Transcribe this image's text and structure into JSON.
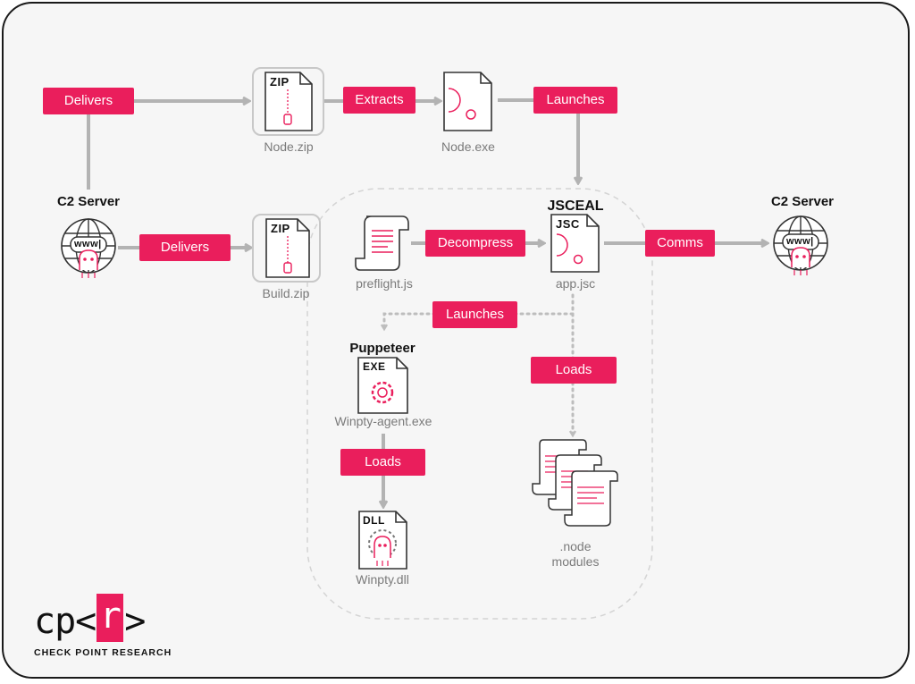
{
  "labels": {
    "delivers_top": "Delivers",
    "extracts": "Extracts",
    "launches_top": "Launches",
    "delivers_mid": "Delivers",
    "decompress": "Decompress",
    "comms": "Comms",
    "launches_mid": "Launches",
    "loads_right": "Loads",
    "loads_left": "Loads"
  },
  "nodes": {
    "c2_left": "C2 Server",
    "c2_right": "C2 Server",
    "node_zip": "Node.zip",
    "node_exe": "Node.exe",
    "build_zip": "Build.zip",
    "preflight": "preflight.js",
    "jsceal": "JSCEAL",
    "app_jsc": "app.jsc",
    "puppeteer": "Puppeteer",
    "winpty_agent": "Winpty-agent.exe",
    "winpty_dll": "Winpty.dll",
    "node_modules_1": ".node",
    "node_modules_2": "modules"
  },
  "badges": {
    "zip1": "ZIP",
    "zip2": "ZIP",
    "jsc": "JSC",
    "exe": "EXE",
    "dll": "DLL",
    "www_left": "www|",
    "www_right": "www|"
  },
  "logo": {
    "left": "cp<",
    "r": "r",
    "right": ">",
    "subtitle": "CHECK POINT RESEARCH"
  },
  "colors": {
    "accent": "#ea1e5c",
    "arrow": "#b3b3b3",
    "dotted": "#bdbdbd"
  }
}
